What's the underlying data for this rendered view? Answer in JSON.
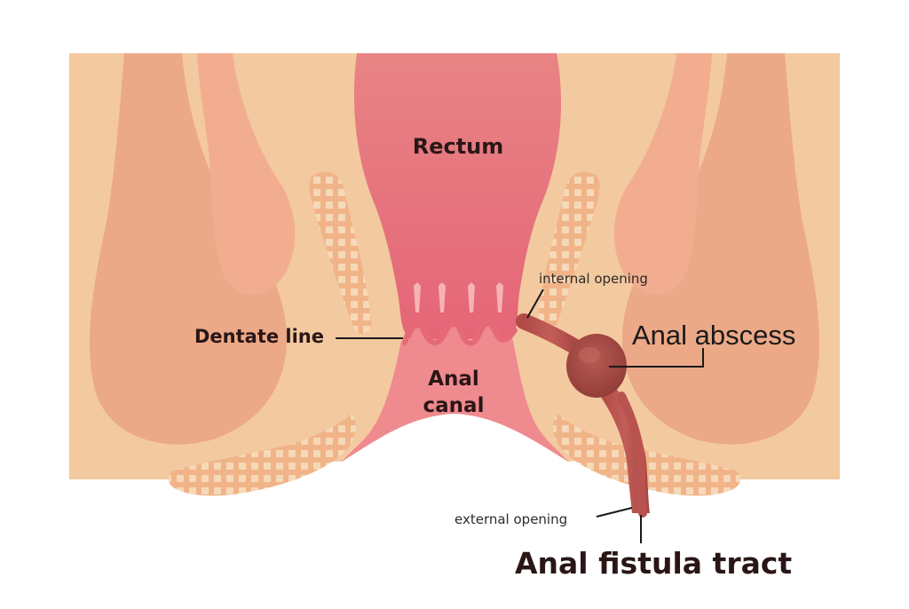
{
  "labels": {
    "rectum": "Rectum",
    "dentate_line": "Dentate line",
    "anal_canal_line1": "Anal",
    "anal_canal_line2": "canal",
    "internal_opening": "internal opening",
    "anal_abscess": "Anal abscess",
    "external_opening": "external opening",
    "fistula_tract": "Anal fistula tract"
  },
  "colors": {
    "skin": "#f3c9a0",
    "outer_muscle": "#eca987",
    "inner_muscle": "#f2ad91",
    "rectum_top": "#e88484",
    "rectum_bottom": "#e56675",
    "anal_canal": "#ef8a8f",
    "mesh": "#f1b489",
    "fistula": "#b5504c",
    "abscess": "#a24a43",
    "leader_line": "#1a1a1a"
  }
}
